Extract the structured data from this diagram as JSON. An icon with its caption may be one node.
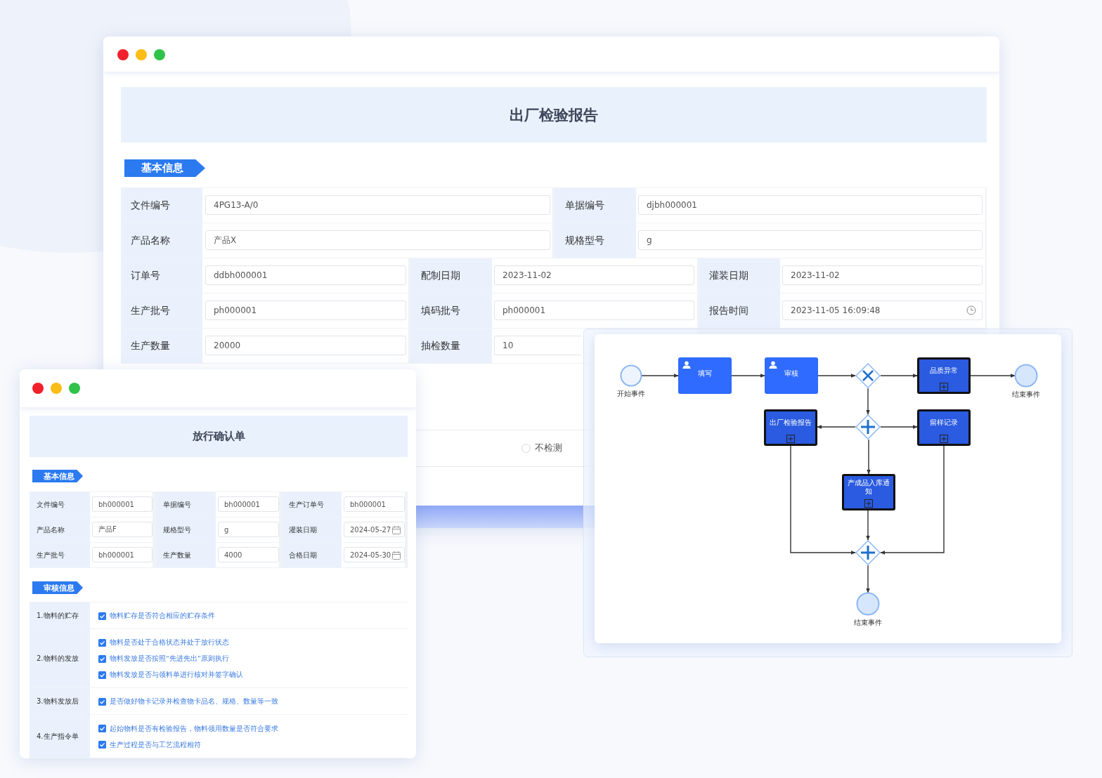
{
  "diagram": {
    "nodes": [
      {
        "text": [
          "开始事件"
        ]
      },
      {
        "text": [
          "填写"
        ]
      },
      {
        "text": [
          "审核"
        ]
      },
      {
        "text": [],
        "shape": "diamond"
      },
      {
        "text": [
          "品质异常"
        ]
      },
      {
        "text": [
          "结束事件"
        ]
      },
      {
        "text": [
          "出厂检验报告"
        ]
      },
      {
        "text": [],
        "shape": "diamond"
      },
      {
        "text": [
          "留样记录"
        ]
      },
      {
        "text": [
          "产成品入库通知"
        ]
      },
      {
        "text": [],
        "shape": "diamond"
      },
      {
        "text": [
          "结束事件"
        ]
      }
    ],
    "edges": [
      {
        "from": 0,
        "to": 1,
        "arrow": "to"
      },
      {
        "from": 1,
        "to": 2,
        "arrow": "to"
      },
      {
        "from": 2,
        "to": 3,
        "arrow": "to"
      },
      {
        "from": 3,
        "to": 4,
        "arrow": "to"
      },
      {
        "from": 4,
        "to": 5,
        "arrow": "to"
      },
      {
        "from": 3,
        "to": 7,
        "arrow": "to"
      },
      {
        "from": 7,
        "to": 6,
        "arrow": "to"
      },
      {
        "from": 7,
        "to": 8,
        "arrow": "to"
      },
      {
        "from": 7,
        "to": 9,
        "arrow": "to"
      },
      {
        "from": 6,
        "to": 10,
        "arrow": "to"
      },
      {
        "from": 9,
        "to": 10,
        "arrow": "to"
      },
      {
        "from": 8,
        "to": 10,
        "arrow": "to"
      },
      {
        "from": 10,
        "to": 11,
        "arrow": "to"
      }
    ],
    "labels": [
      "出厂检验报告",
      "基本信息",
      "文件编号",
      "4PG13-A/0",
      "单据编号",
      "djbh000001",
      "产品名称",
      "产品X",
      "规格型号",
      "g",
      "订单号",
      "ddbh000001",
      "配制日期",
      "2023-11-02",
      "灌装日期",
      "2023-11-02",
      "生产批号",
      "ph000001",
      "填码批号",
      "ph000001",
      "报告时间",
      "2023-11-05 16:09:48",
      "生产数量",
      "20000",
      "抽检数量",
      "10",
      "不检测",
      "放行确认单",
      "基本信息",
      "文件编号",
      "bh000001",
      "单据编号",
      "bh000001",
      "生产订单号",
      "bh000001",
      "产品名称",
      "产品F",
      "规格型号",
      "g",
      "灌装日期",
      "2024-05-27",
      "生产批号",
      "bh000001",
      "生产数量",
      "4000",
      "合格日期",
      "2024-05-30",
      "审核信息",
      "1.物料的贮存",
      "物料贮存是否符合相应的贮存条件",
      "2.物料的发放",
      "物料是否处于合格状态并处于放行状态",
      "物料发放是否按照“先进先出”原则执行",
      "物料发放是否与领料单进行核对并签字确认",
      "3.物料发放后",
      "是否做好物卡记录并检查物卡品名、规格、数量等一致",
      "4.生产指令单",
      "起始物料是否有检验报告，物料领用数量是否符合要求",
      "生产过程是否与工艺流程相符"
    ]
  }
}
